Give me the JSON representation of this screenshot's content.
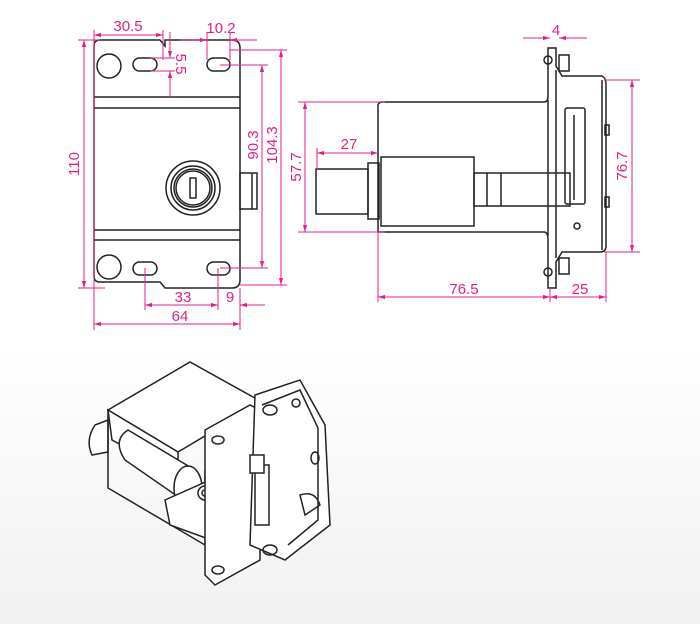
{
  "colors": {
    "dimension": "#e0208a",
    "outline": "#222222"
  },
  "front_view": {
    "dims": {
      "width_total": "64",
      "hole_offset": "30.5",
      "slot_width": "10.2",
      "slot_height": "5.5",
      "height_total": "110",
      "slot_pitch": "90.3",
      "inner_height": "104.3",
      "bottom_slot_spacing": "33",
      "edge_offset": "9"
    }
  },
  "side_view": {
    "dims": {
      "body_height": "57.7",
      "plunger_length": "27",
      "bracket_thickness": "4",
      "housing_height": "76.7",
      "body_length": "76.5",
      "housing_depth": "25"
    }
  }
}
